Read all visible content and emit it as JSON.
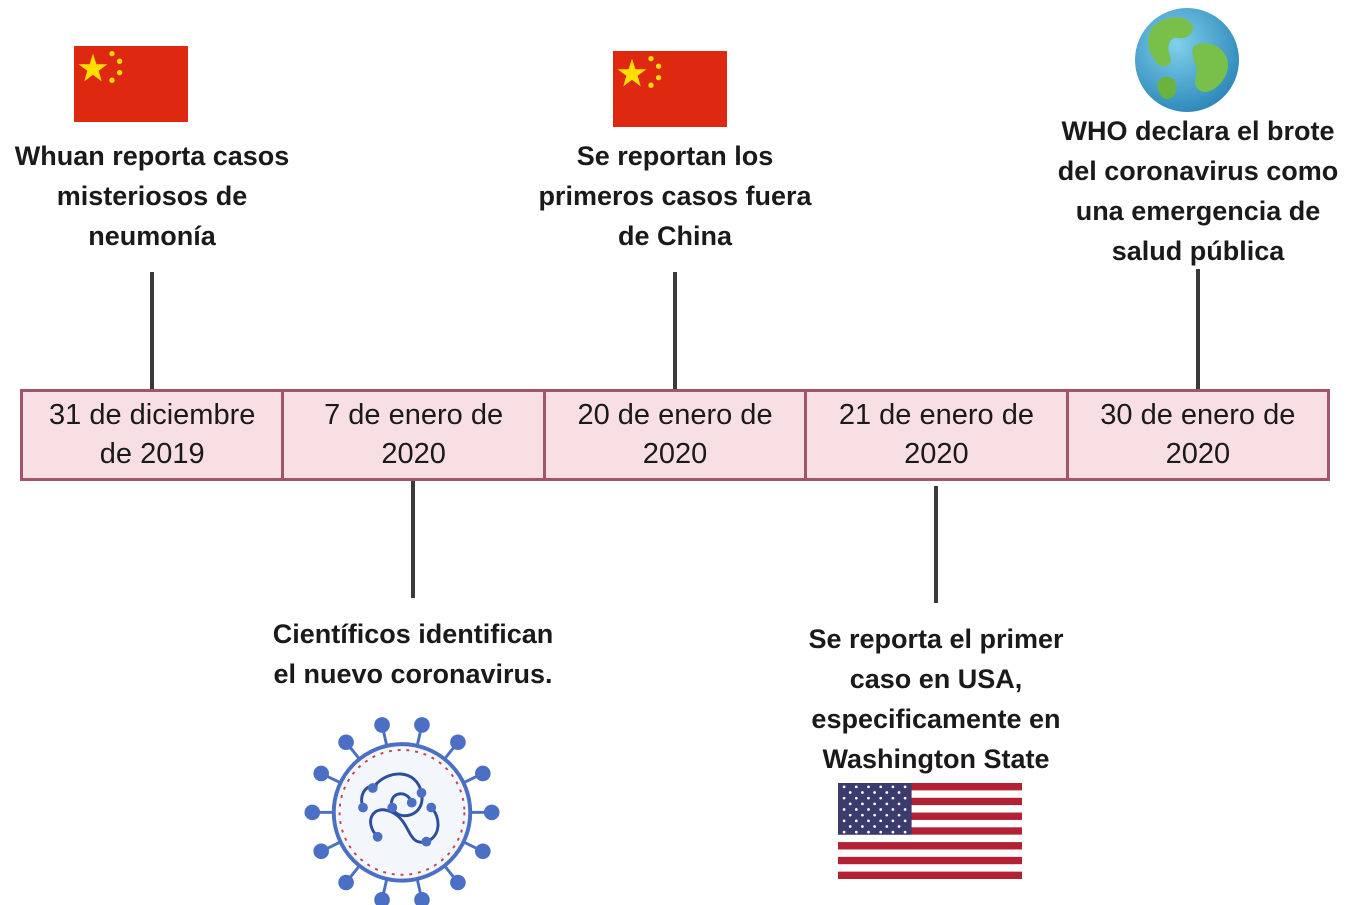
{
  "colors": {
    "bar_fill": "#f8dfe4",
    "bar_border": "#a05568",
    "connector": "#3a3a3a",
    "china_red": "#de2910",
    "china_yellow": "#ffde00",
    "usa_red": "#b22234",
    "usa_blue": "#3c3b6e",
    "virus_blue": "#4a6fc4"
  },
  "dates": [
    "31 de diciembre\nde 2019",
    "7 de  enero de\n2020",
    "20 de enero de\n2020",
    "21 de enero de\n2020",
    "30 de enero de\n2020"
  ],
  "events": {
    "wuhan": "Whuan reporta casos\nmisteriosos de\nneumonía",
    "scientists": "Científicos identifican\nel nuevo coronavirus.",
    "outside_china": "Se reportan los\nprimeros casos fuera\nde China",
    "usa": "Se reporta el primer\ncaso en USA,\nespecificamente en\nWashington State",
    "who": "WHO declara el brote\ndel coronavirus como\nuna emergencia de\nsalud pública"
  },
  "icons": {
    "flag_china_1": "china-flag-icon",
    "flag_china_2": "china-flag-icon",
    "globe": "globe-icon",
    "virus": "coronavirus-icon",
    "flag_usa": "usa-flag-icon"
  }
}
